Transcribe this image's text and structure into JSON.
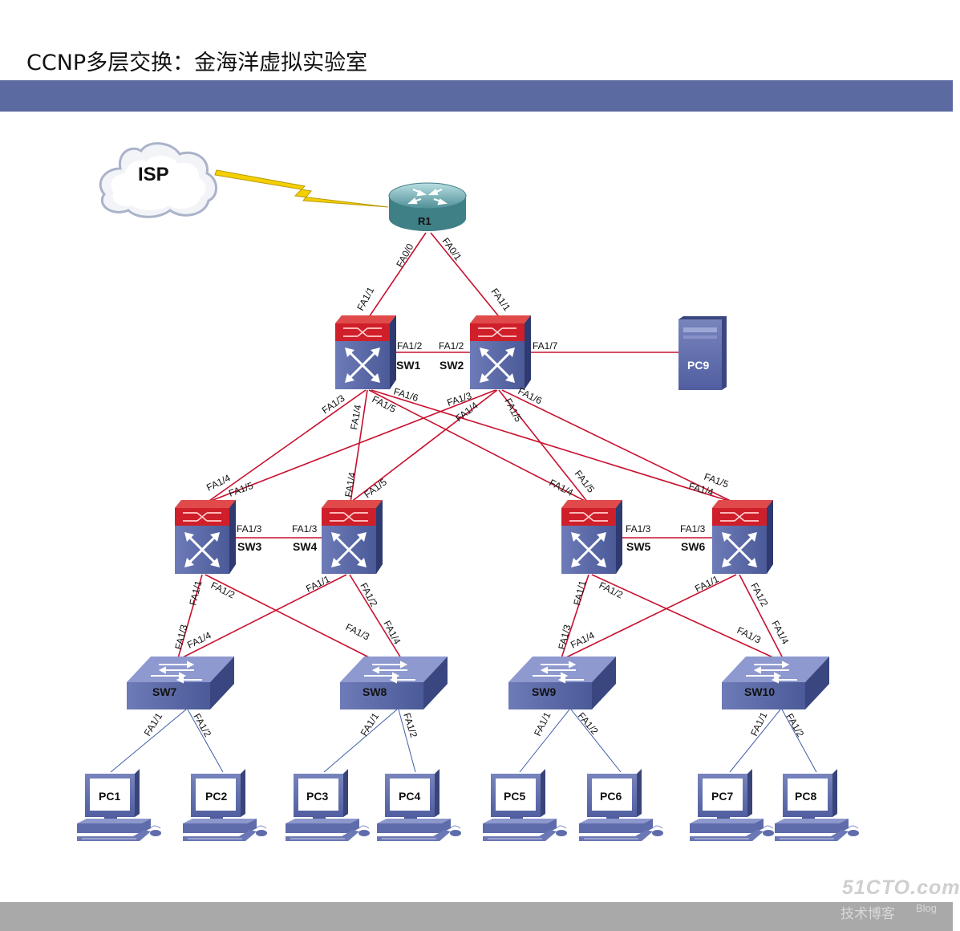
{
  "header": {
    "title": "CCNP多层交换：金海洋虚拟实验室"
  },
  "watermark": {
    "main": "51CTO.com",
    "sub": "技术博客",
    "blog": "Blog"
  },
  "colors": {
    "title_bar": "#5b6aa0",
    "footer_bar": "#a9a9a9",
    "link_red": "#c8102e",
    "link_blue": "#3f5fa8",
    "serial_link": "#f2c400"
  },
  "devices": {
    "isp": "ISP",
    "r1": "R1",
    "sw1": "SW1",
    "sw2": "SW2",
    "sw3": "SW3",
    "sw4": "SW4",
    "sw5": "SW5",
    "sw6": "SW6",
    "sw7": "SW7",
    "sw8": "SW8",
    "sw9": "SW9",
    "sw10": "SW10",
    "pc1": "PC1",
    "pc2": "PC2",
    "pc3": "PC3",
    "pc4": "PC4",
    "pc5": "PC5",
    "pc6": "PC6",
    "pc7": "PC7",
    "pc8": "PC8",
    "pc9": "PC9"
  },
  "ports": {
    "fa00": "FA0/0",
    "fa01": "FA0/1",
    "fa11": "FA1/1",
    "fa12": "FA1/2",
    "fa13": "FA1/3",
    "fa14": "FA1/4",
    "fa15": "FA1/5",
    "fa16": "FA1/6",
    "fa17": "FA1/7"
  }
}
